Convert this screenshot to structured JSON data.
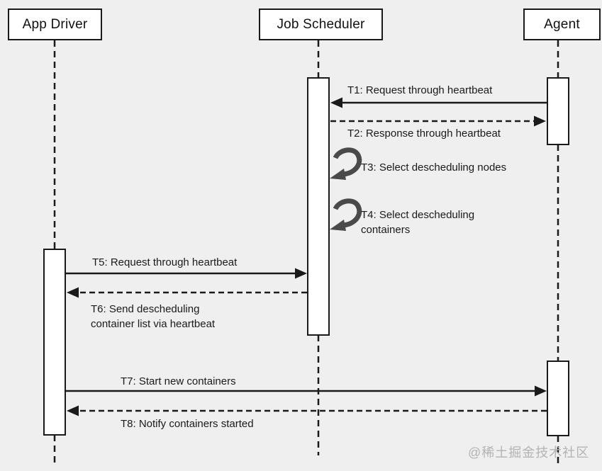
{
  "actors": [
    {
      "name": "App Driver"
    },
    {
      "name": "Job Scheduler"
    },
    {
      "name": "Agent"
    }
  ],
  "messages": [
    {
      "id": "T1",
      "label": "T1: Request through heartbeat",
      "from": "Agent",
      "to": "Job Scheduler",
      "line": "solid"
    },
    {
      "id": "T2",
      "label": "T2: Response through heartbeat",
      "from": "Job Scheduler",
      "to": "Agent",
      "line": "dashed"
    },
    {
      "id": "T3",
      "label": "T3: Select descheduling nodes",
      "from": "Job Scheduler",
      "to": "Job Scheduler",
      "line": "self-loop"
    },
    {
      "id": "T4",
      "label": "T4: Select descheduling\ncontainers",
      "from": "Job Scheduler",
      "to": "Job Scheduler",
      "line": "self-loop"
    },
    {
      "id": "T5",
      "label": "T5: Request through heartbeat",
      "from": "App Driver",
      "to": "Job Scheduler",
      "line": "solid"
    },
    {
      "id": "T6",
      "label": "T6: Send descheduling\ncontainer list via heartbeat",
      "from": "Job Scheduler",
      "to": "App Driver",
      "line": "dashed"
    },
    {
      "id": "T7",
      "label": "T7: Start new containers",
      "from": "App Driver",
      "to": "Agent",
      "line": "solid"
    },
    {
      "id": "T8",
      "label": "T8: Notify containers started",
      "from": "Agent",
      "to": "App Driver",
      "line": "dashed"
    }
  ],
  "watermark": "@稀土掘金技术社区",
  "colors": {
    "background": "#f0efef",
    "line": "#1a1a1a",
    "box_fill": "#ffffff",
    "self_loop_icon": "#4a4a4a",
    "watermark": "#b3b3b3"
  }
}
